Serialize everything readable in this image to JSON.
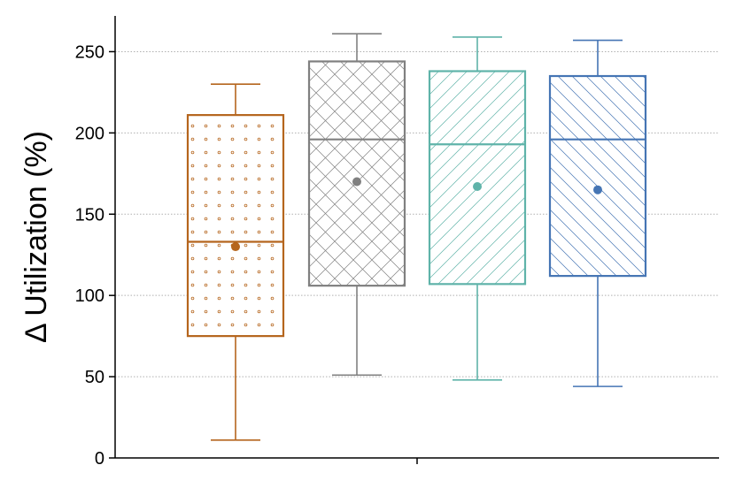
{
  "chart_data": {
    "type": "box",
    "ylabel": "Δ Utilization (%)",
    "xlabel": "",
    "ylim": [
      0,
      272
    ],
    "yticks": [
      0,
      50,
      100,
      150,
      200,
      250
    ],
    "grid": "y-dotted",
    "series": [
      {
        "whisker_low": 11,
        "q1": 75,
        "median": 133,
        "q3": 211,
        "whisker_high": 230,
        "mean": 130,
        "color": "#b5651d",
        "pattern": "dots"
      },
      {
        "whisker_low": 51,
        "q1": 106,
        "median": 196,
        "q3": 244,
        "whisker_high": 261,
        "mean": 170,
        "color": "#808080",
        "pattern": "crosshatch"
      },
      {
        "whisker_low": 48,
        "q1": 107,
        "median": 193,
        "q3": 238,
        "whisker_high": 259,
        "mean": 167,
        "color": "#5fb3a9",
        "pattern": "diagonal-up"
      },
      {
        "whisker_low": 44,
        "q1": 112,
        "median": 196,
        "q3": 235,
        "whisker_high": 257,
        "mean": 165,
        "color": "#4575b4",
        "pattern": "diagonal-down"
      }
    ]
  }
}
